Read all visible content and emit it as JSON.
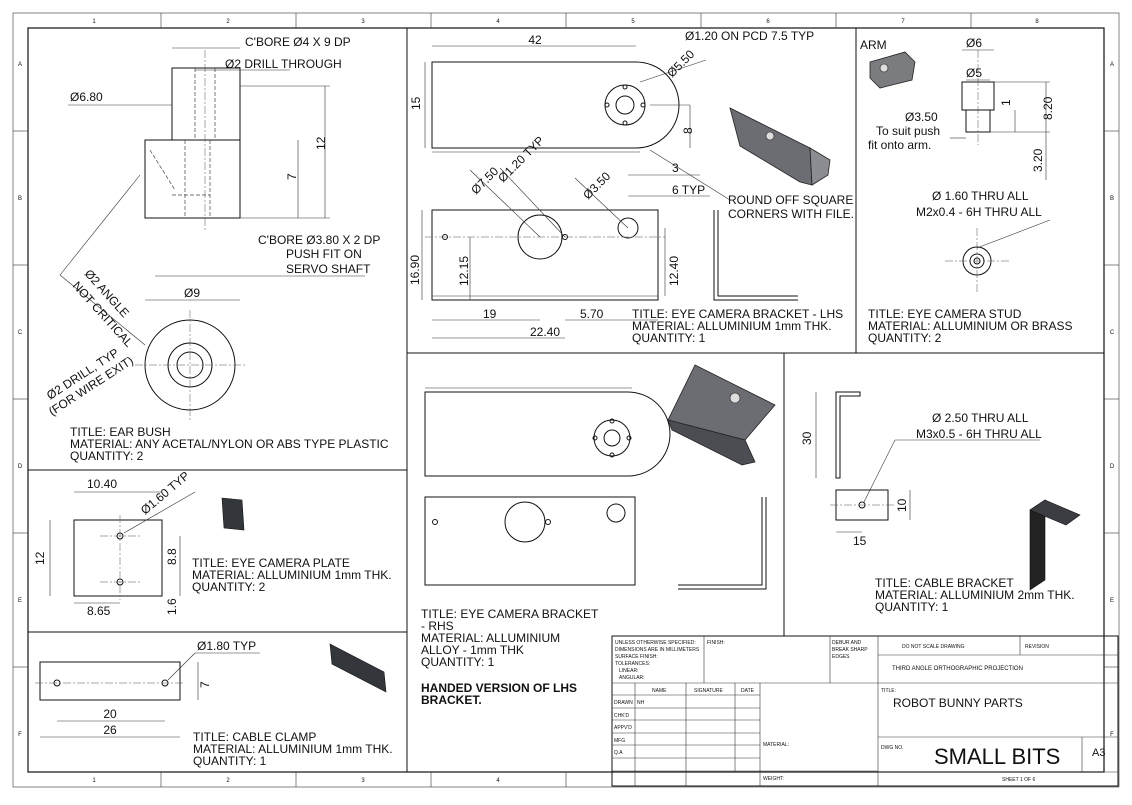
{
  "zones": {
    "columns": [
      "1",
      "2",
      "3",
      "4",
      "5",
      "6",
      "7",
      "8"
    ],
    "rows": [
      "A",
      "B",
      "C",
      "D",
      "E",
      "F"
    ]
  },
  "ear_bush": {
    "notes": {
      "cbore_top": "C'BORE Ø4 X 9 DP",
      "drill_through": "Ø2 DRILL THROUGH",
      "cbore_bottom": "C'BORE Ø3.80 X 2 DP",
      "push_fit_1": "PUSH FIT ON",
      "push_fit_2": "SERVO SHAFT",
      "angle_1": "Ø2 ANGLE",
      "angle_2": "NOT CRITICAL",
      "wire_1": "Ø2 DRILL, TYP",
      "wire_2": "(FOR WIRE EXIT)"
    },
    "dims": {
      "d680": "Ø6.80",
      "d12": "12",
      "d7": "7",
      "d9": "Ø9"
    },
    "title": "TITLE:  EAR BUSH",
    "material": "MATERIAL:  ANY ACETAL/NYLON OR ABS TYPE PLASTIC",
    "quantity": "QUANTITY: 2"
  },
  "lhs_bracket": {
    "dims": {
      "d42": "42",
      "d15": "15",
      "d8": "8",
      "d3": "3",
      "d6typ": "6 TYP",
      "d550": "Ø5.50",
      "pcd": "Ø1.20 ON PCD 7.5 TYP",
      "d750": "Ø7.50",
      "d120typ": "Ø1.20 TYP",
      "d350": "Ø3.50",
      "d1690": "16.90",
      "d1215": "12.15",
      "d1240": "12.40",
      "d19": "19",
      "d2240": "22.40",
      "d570": "5.70"
    },
    "note_1": "ROUND OFF SQUARE",
    "note_2": "CORNERS WITH FILE.",
    "title": "TITLE:  EYE CAMERA BRACKET - LHS",
    "material": "MATERIAL:  ALLUMINIUM 1mm THK.",
    "quantity": "QUANTITY: 1"
  },
  "stud": {
    "arm_label": "ARM",
    "dims": {
      "d6": "Ø6",
      "d5": "Ø5",
      "d1": "1",
      "d820": "8.20",
      "d320": "3.20",
      "d350": "Ø3.50"
    },
    "fit_1": "To suit push",
    "fit_2": "fit onto arm.",
    "thru_1": "Ø 1.60 THRU ALL",
    "thru_2": "M2x0.4  - 6H THRU ALL",
    "title": "TITLE:  EYE CAMERA STUD",
    "material": "MATERIAL:  ALLUMINIUM OR BRASS",
    "quantity": "QUANTITY: 2"
  },
  "plate": {
    "dims": {
      "d1040": "10.40",
      "d160typ": "Ø1.60 TYP",
      "d12": "12",
      "d88": "8.8",
      "d865": "8.65",
      "d16": "1.6"
    },
    "title": "TITLE:  EYE CAMERA PLATE",
    "material": "MATERIAL:  ALLUMINIUM 1mm THK.",
    "quantity": "QUANTITY: 2"
  },
  "clamp": {
    "dims": {
      "d180typ": "Ø1.80 TYP",
      "d7": "7",
      "d20": "20",
      "d26": "26"
    },
    "title": "TITLE:  CABLE CLAMP",
    "material": "MATERIAL:  ALLUMINIUM 1mm THK.",
    "quantity": "QUANTITY: 1"
  },
  "rhs_bracket": {
    "title_1": "TITLE:  EYE CAMERA BRACKET",
    "title_2": "- RHS",
    "material_1": "MATERIAL:  ALLUMINIUM",
    "material_2": "ALLOY - 1mm THK",
    "quantity": "QUANTITY: 1",
    "handed_1": "HANDED VERSION OF LHS",
    "handed_2": "BRACKET."
  },
  "cable_bracket": {
    "dims": {
      "d30": "30",
      "d10": "10",
      "d15": "15"
    },
    "thru_1": "Ø 2.50 THRU ALL",
    "thru_2": "M3x0.5  - 6H THRU ALL",
    "title": "TITLE:  CABLE BRACKET",
    "material": "MATERIAL:  ALLUMINIUM 2mm THK.",
    "quantity": "QUANTITY: 1"
  },
  "title_block": {
    "unless_1": "UNLESS OTHERWISE SPECIFIED:",
    "unless_2": "DIMENSIONS ARE IN MILLIMETERS",
    "unless_3": "SURFACE FINISH:",
    "unless_4": "TOLERANCES:",
    "unless_5": "LINEAR:",
    "unless_6": "ANGULAR:",
    "finish": "FINISH:",
    "debur_1": "DEBUR AND",
    "debur_2": "BREAK SHARP",
    "debur_3": "EDGES",
    "do_not_scale": "DO NOT SCALE DRAWING",
    "revision": "REVISION",
    "projection": "THIRD ANGLE ORTHOGRAPHIC PROJECTION",
    "col_name": "NAME",
    "col_signature": "SIGNATURE",
    "col_date": "DATE",
    "rows": [
      "DRAWN",
      "CHK'D",
      "APPV'D",
      "MFG",
      "Q.A"
    ],
    "drawn_name": "NH",
    "title_label": "TITLE:",
    "title_value": "ROBOT BUNNY PARTS",
    "material_label": "MATERIAL:",
    "dwg_no_label": "DWG NO.",
    "dwg_no_value": "SMALL BITS",
    "size": "A3",
    "weight_label": "WEIGHT:",
    "sheet": "SHEET 1 OF 6"
  }
}
